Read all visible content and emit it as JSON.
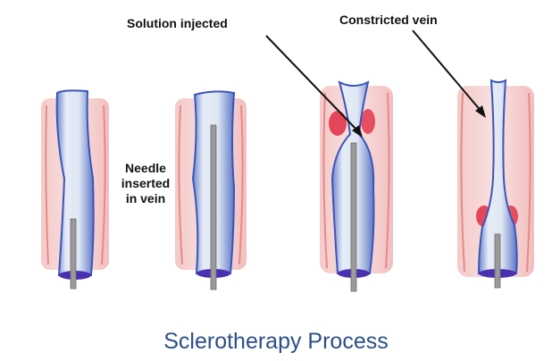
{
  "labels": {
    "needle_line1": "Needle",
    "needle_line2": "inserted",
    "needle_line3": "in vein",
    "solution": "Solution injected",
    "constricted": "Constricted vein"
  },
  "caption": "Sclerotherapy Process",
  "colors": {
    "tissue": "#e8a0a0",
    "vein_fill": "#d9e3f2",
    "vein_edge": "#3a56b8",
    "vein_end": "#4a2fb0",
    "inflamed": "#e0203a",
    "needle": "#9a9a9a",
    "caption": "#2b4f86"
  }
}
